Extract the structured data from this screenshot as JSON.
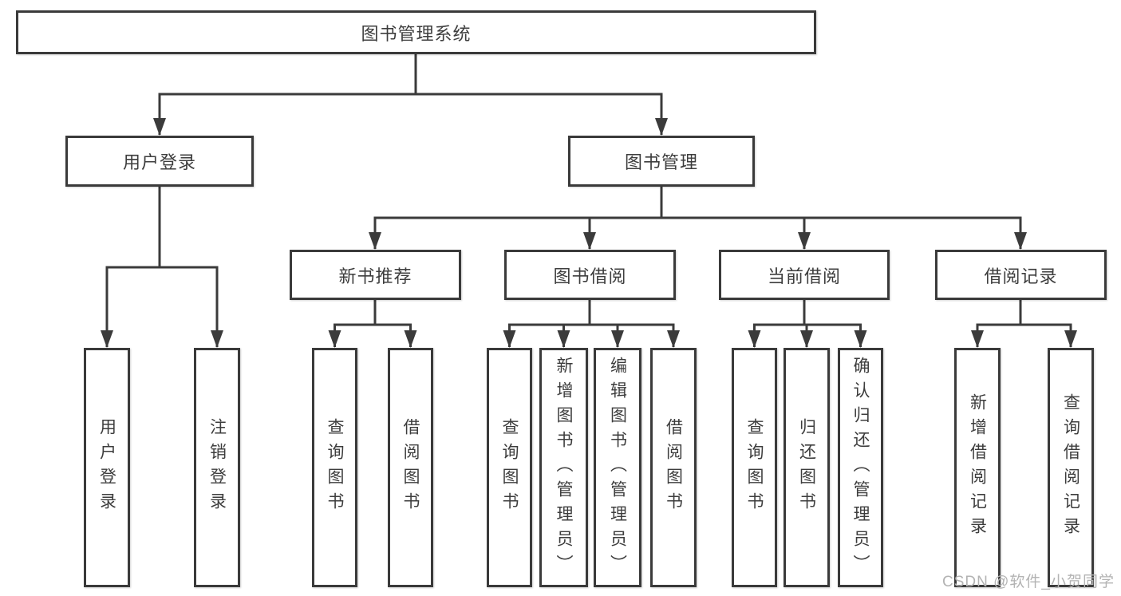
{
  "colors": {
    "line": "#3b3b3b",
    "box_border": "#3a3a3a",
    "box_background": "#ffffff",
    "text": "#3d3d3d",
    "watermark": "#b3b3b3"
  },
  "watermark": "CSDN @软件_小贺同学",
  "tree": {
    "root": "图书管理系统",
    "user_login": {
      "label": "用户登录",
      "children": [
        "用户登录",
        "注销登录"
      ]
    },
    "book_management": {
      "label": "图书管理",
      "sections": {
        "new_books": {
          "label": "新书推荐",
          "children": [
            "查询图书",
            "借阅图书"
          ]
        },
        "book_borrow": {
          "label": "图书借阅",
          "children": [
            "查询图书",
            "新增图书（管理员）",
            "编辑图书（管理员）",
            "借阅图书"
          ]
        },
        "current_borrow": {
          "label": "当前借阅",
          "children": [
            "查询图书",
            "归还图书",
            "确认归还（管理员）"
          ]
        },
        "borrow_records": {
          "label": "借阅记录",
          "children": [
            "新增借阅记录",
            "查询借阅记录"
          ]
        }
      }
    }
  }
}
